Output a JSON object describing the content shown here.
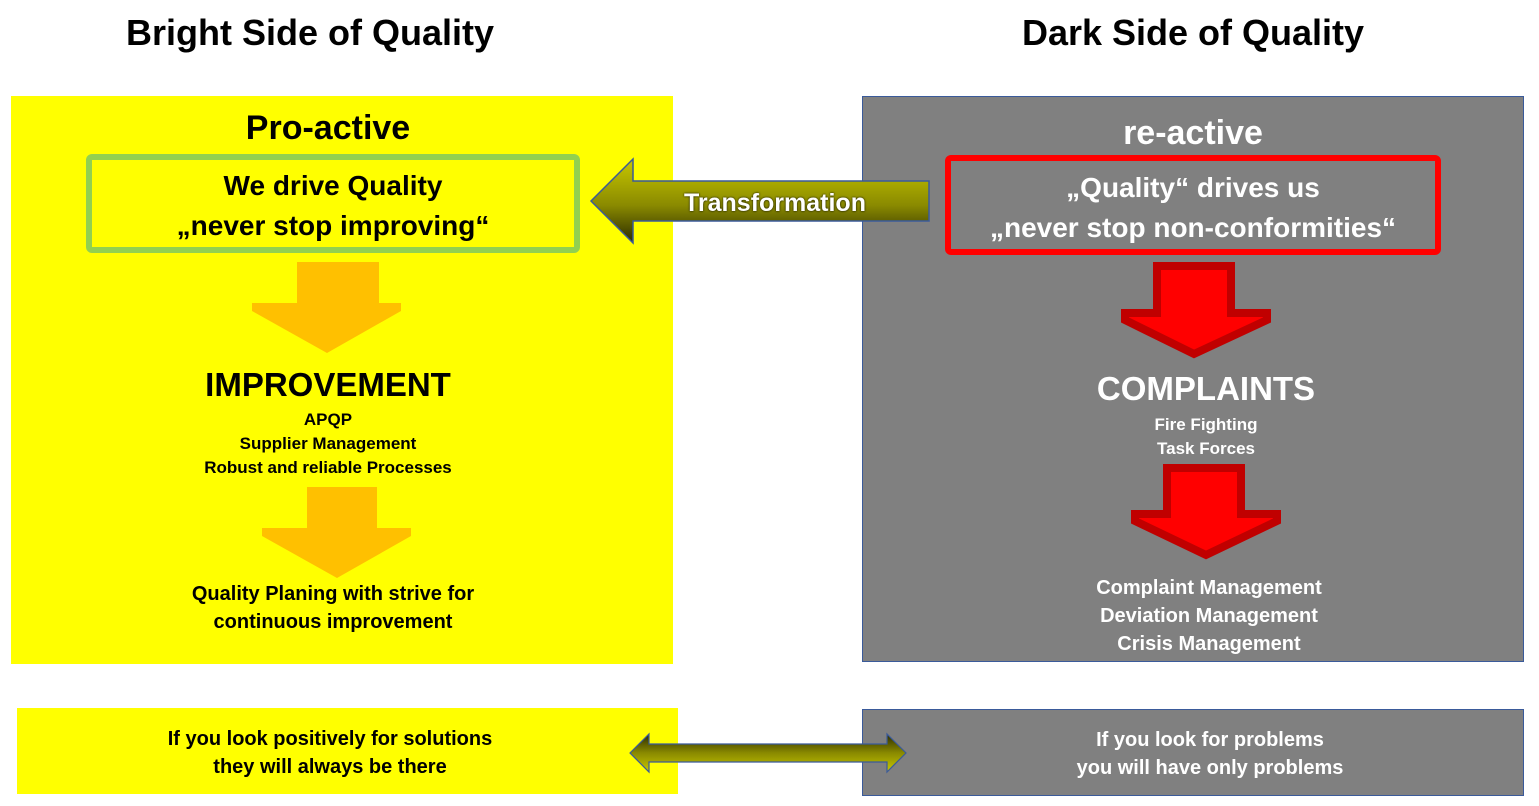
{
  "headings": {
    "bright": "Bright Side of Quality",
    "dark": "Dark Side of Quality"
  },
  "bright": {
    "label": "Pro-active",
    "box_line1": "We drive Quality",
    "box_line2": "„never stop improving“",
    "section_title": "IMPROVEMENT",
    "items": [
      "APQP",
      "Supplier Management",
      "Robust and reliable Processes"
    ],
    "result_line1": "Quality Planing  with strive for",
    "result_line2": "continuous improvement",
    "bottom_line1": "If you look positively for solutions",
    "bottom_line2": "they will always be there"
  },
  "dark": {
    "label": "re-active",
    "box_line1": "„Quality“ drives us",
    "box_line2": "„never stop non-conformities“",
    "section_title": "COMPLAINTS",
    "items": [
      "Fire Fighting",
      "Task Forces"
    ],
    "results": [
      "Complaint Management",
      "Deviation Management",
      "Crisis Management"
    ],
    "bottom_line1": "If you look for problems",
    "bottom_line2": "you will have only problems"
  },
  "connector": {
    "transformation_label": "Transformation"
  },
  "colors": {
    "bright_bg": "#ffff00",
    "dark_bg": "#808080",
    "green_border": "#92d050",
    "red_border": "#ff0000",
    "orange_arrow": "#ffc000",
    "red_arrow": "#ff0000",
    "red_arrow_outline": "#c00000",
    "olive_arrow": "#bfbf00"
  }
}
